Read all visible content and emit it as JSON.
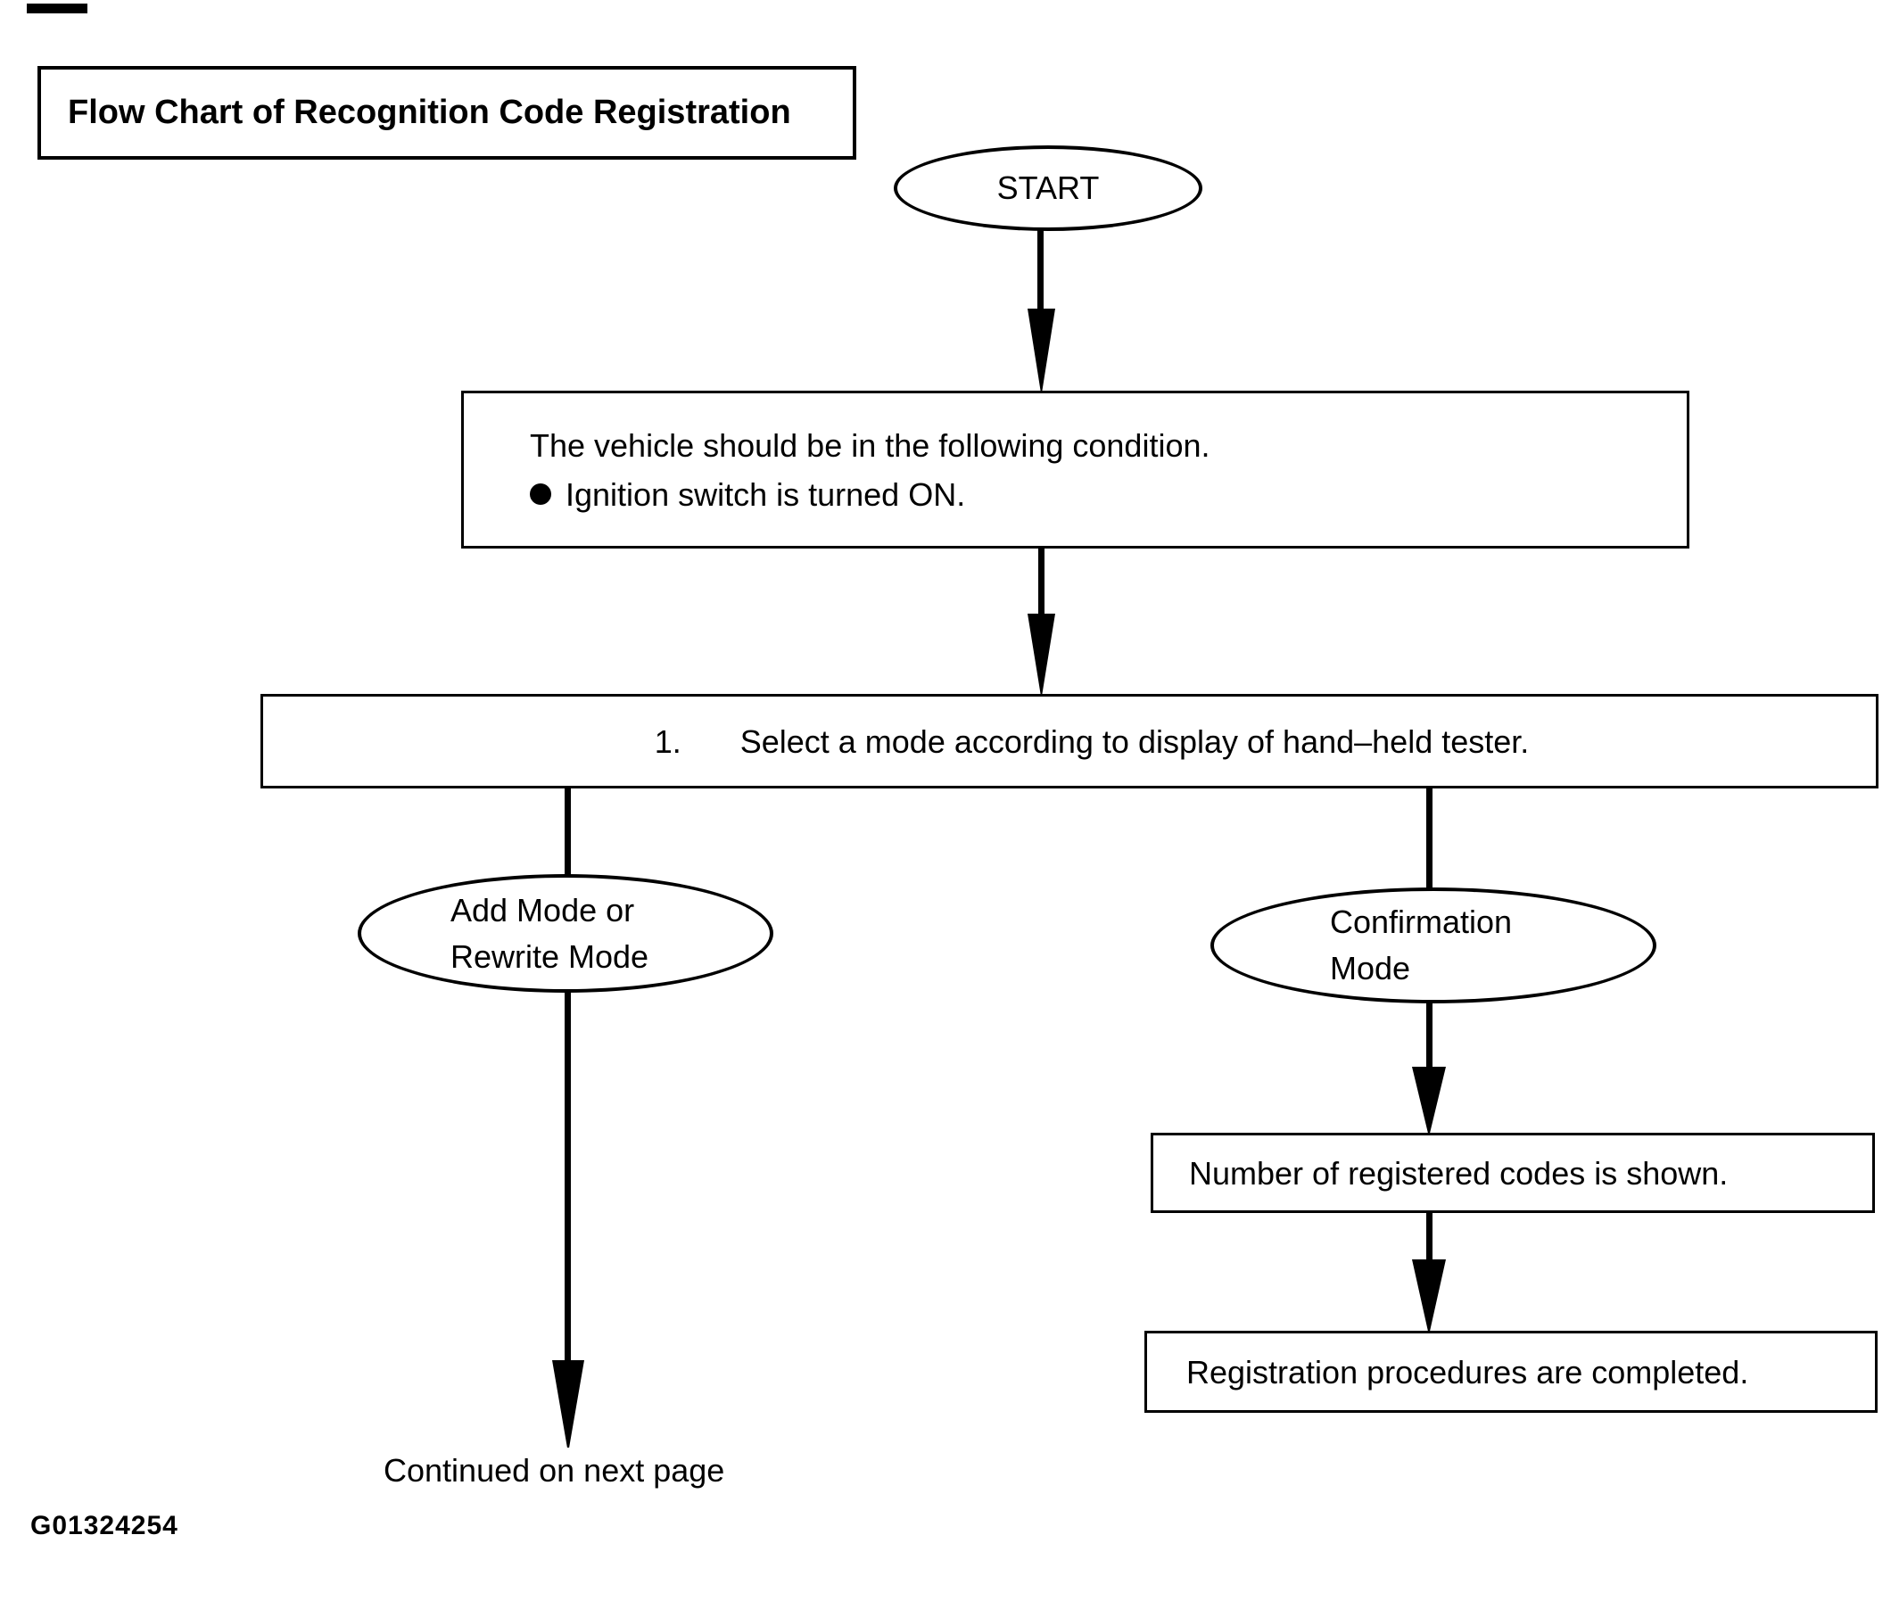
{
  "page": {
    "background": "#ffffff",
    "ink": "#000000"
  },
  "header": {
    "title": "Flow Chart of Recognition Code Registration"
  },
  "flowchart": {
    "start": {
      "label": "START"
    },
    "condition_box": {
      "line1": "The vehicle should be in the following condition.",
      "bullet_item": "Ignition switch is turned ON."
    },
    "step1_box": {
      "number": "1.",
      "text": "Select a mode according to display of hand–held tester."
    },
    "add_rewrite_ellipse": {
      "line1": "Add Mode or",
      "line2": "Rewrite Mode"
    },
    "confirmation_ellipse": {
      "line1": "Confirmation",
      "line2": "Mode"
    },
    "codes_box": {
      "text": "Number of registered codes is shown."
    },
    "completed_box": {
      "text": "Registration procedures are completed."
    },
    "continued_label": "Continued on next page"
  },
  "footer": {
    "figure_id": "G01324254"
  }
}
